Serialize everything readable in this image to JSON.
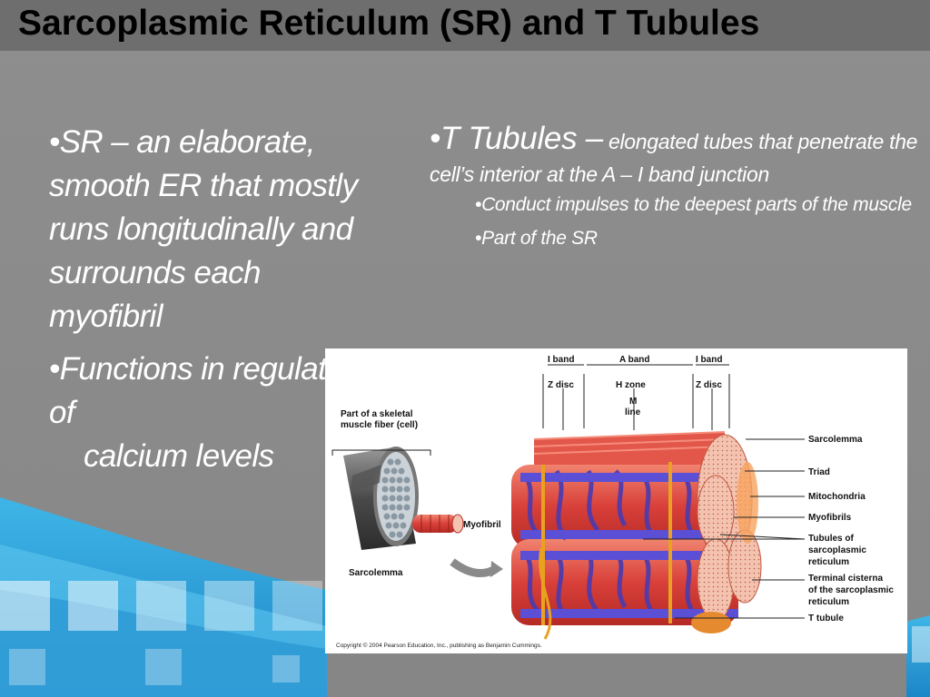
{
  "slide": {
    "title": "Sarcoplasmic Reticulum (SR) and T Tubules",
    "bullet_char": "•",
    "left": {
      "b1": "SR – an elaborate, smooth ER that mostly runs longitudinally and surrounds each myofibril",
      "b2_line1": "Functions in regulation of",
      "b2_line2": "calcium levels"
    },
    "right": {
      "lead_term": "T Tubules –",
      "lead_text": "elongated tubes that penetrate the cell’s interior at the A – I band junction",
      "sub1": "Conduct impulses to the deepest parts of the muscle",
      "sub2": "Part of the SR"
    }
  },
  "figure": {
    "labels": {
      "i_band_left": "I band",
      "a_band": "A band",
      "i_band_right": "I band",
      "z_disc_left": "Z disc",
      "h_zone": "H zone",
      "z_disc_right": "Z disc",
      "m_line_1": "M",
      "m_line_2": "line",
      "part_1": "Part of a skeletal",
      "part_2": "muscle fiber (cell)",
      "myofibril": "Myofibril",
      "sarcolemma_left": "Sarcolemma",
      "sarcolemma": "Sarcolemma",
      "triad": "Triad",
      "mitochondria": "Mitochondria",
      "myofibrils": "Myofibrils",
      "tubules_1": "Tubules of",
      "tubules_2": "sarcoplasmic",
      "tubules_3": "reticulum",
      "cistern_1": "Terminal cisterna",
      "cistern_2": "of the sarcoplasmic",
      "cistern_3": "reticulum",
      "t_tubule": "T tubule",
      "copyright": "Copyright © 2004 Pearson Education, Inc., publishing as Benjamin Cummings."
    }
  },
  "colors": {
    "background": "#8a8a8a",
    "title_band": "#6e6e6e",
    "text": "#ffffff",
    "accent_blue": "#29a9df"
  }
}
